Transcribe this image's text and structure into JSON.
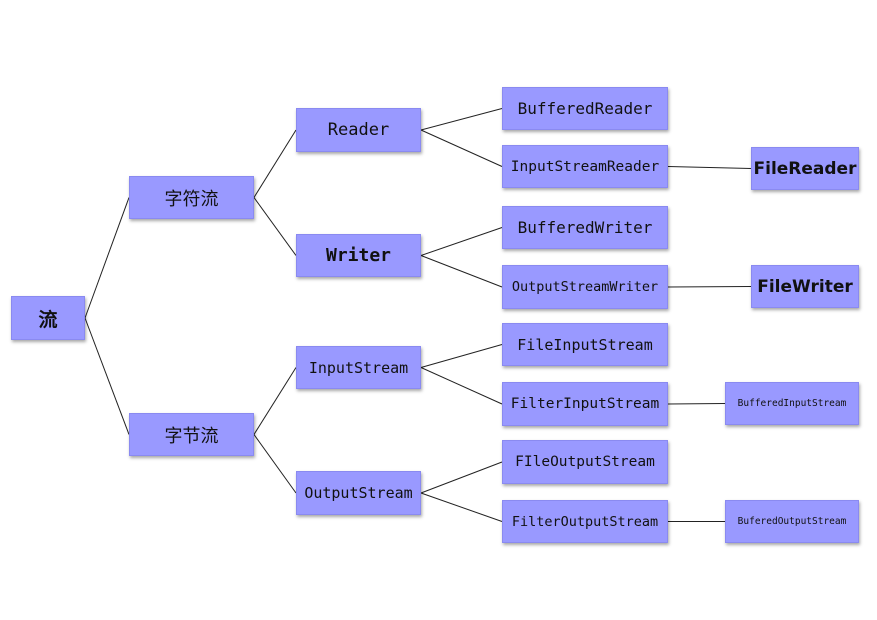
{
  "colors": {
    "node_fill": "#9999ff",
    "node_border": "#8a8af0",
    "link": "#222222"
  },
  "nodes": {
    "root": "流",
    "char_stream": "字符流",
    "byte_stream": "字节流",
    "reader": "Reader",
    "writer": "Writer",
    "input_stream": "InputStream",
    "output_stream": "OutputStream",
    "buffered_reader": "BufferedReader",
    "input_stream_reader": "InputStreamReader",
    "buffered_writer": "BufferedWriter",
    "output_stream_writer": "OutputStreamWriter",
    "file_input_stream": "FileInputStream",
    "filter_input_stream": "FilterInputStream",
    "file_output_stream": "FIleOutputStream",
    "filter_output_stream": "FilterOutputStream",
    "file_reader": "FileReader",
    "file_writer": "FileWriter",
    "buffered_input_stream": "BufferedInputStream",
    "buffered_output_stream": "BuferedOutputStream"
  },
  "edges": [
    [
      "root",
      "char_stream"
    ],
    [
      "root",
      "byte_stream"
    ],
    [
      "char_stream",
      "reader"
    ],
    [
      "char_stream",
      "writer"
    ],
    [
      "byte_stream",
      "input_stream"
    ],
    [
      "byte_stream",
      "output_stream"
    ],
    [
      "reader",
      "buffered_reader"
    ],
    [
      "reader",
      "input_stream_reader"
    ],
    [
      "writer",
      "buffered_writer"
    ],
    [
      "writer",
      "output_stream_writer"
    ],
    [
      "input_stream",
      "file_input_stream"
    ],
    [
      "input_stream",
      "filter_input_stream"
    ],
    [
      "output_stream",
      "file_output_stream"
    ],
    [
      "output_stream",
      "filter_output_stream"
    ],
    [
      "input_stream_reader",
      "file_reader"
    ],
    [
      "output_stream_writer",
      "file_writer"
    ],
    [
      "filter_input_stream",
      "buffered_input_stream"
    ],
    [
      "filter_output_stream",
      "buffered_output_stream"
    ]
  ]
}
